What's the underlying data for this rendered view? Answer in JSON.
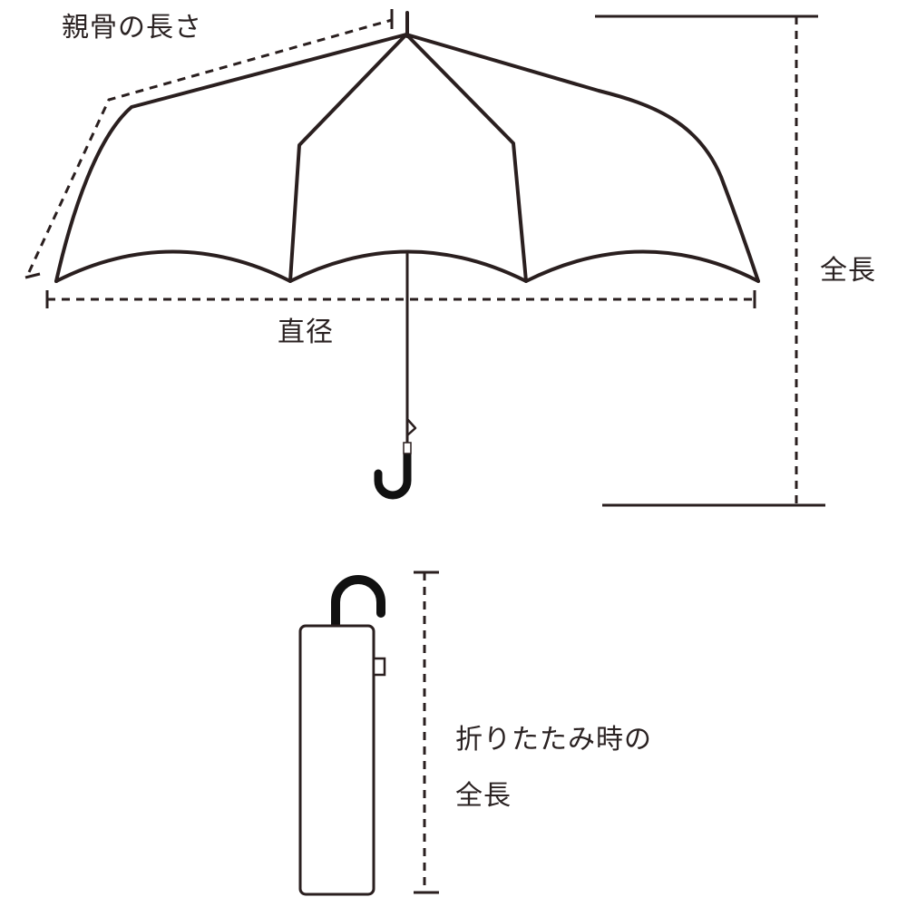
{
  "labels": {
    "rib_length": "親骨の長さ",
    "diameter": "直径",
    "total_length": "全長",
    "folded_length_line1": "折りたたみ時の",
    "folded_length_line2": "全長"
  },
  "colors": {
    "outline": "#2a1f1f",
    "handle": "#111111",
    "background": "#ffffff"
  }
}
